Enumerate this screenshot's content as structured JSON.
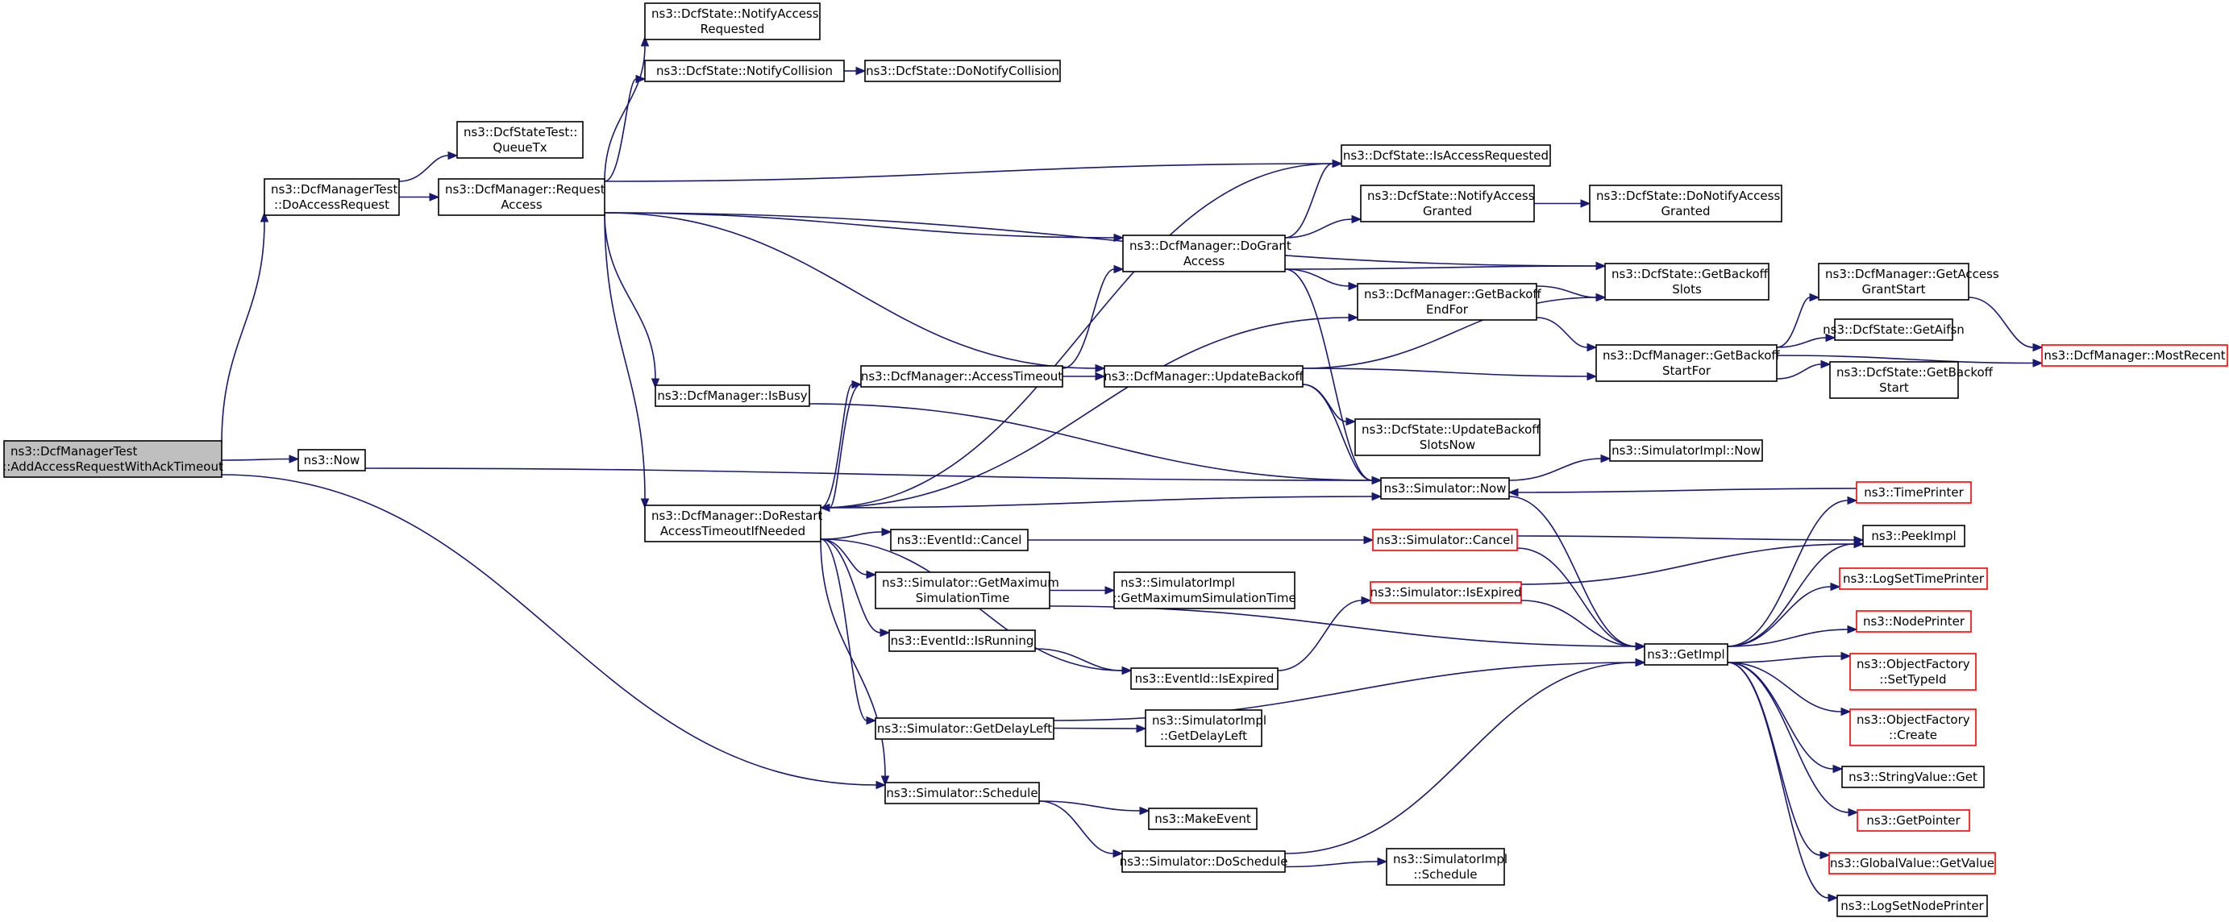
{
  "nodes": [
    {
      "id": "root",
      "lines": [
        "ns3::DcfManagerTest",
        "::AddAccessRequestWithAckTimeout"
      ],
      "style": "root"
    },
    {
      "id": "doAccessRequest",
      "lines": [
        "ns3::DcfManagerTest",
        "::DoAccessRequest"
      ],
      "style": "normal"
    },
    {
      "id": "now",
      "lines": [
        "ns3::Now"
      ],
      "style": "normal"
    },
    {
      "id": "schedule",
      "lines": [
        "ns3::Simulator::Schedule"
      ],
      "style": "normal"
    },
    {
      "id": "queueTx",
      "lines": [
        "ns3::DcfStateTest::",
        "QueueTx"
      ],
      "style": "normal"
    },
    {
      "id": "requestAccess",
      "lines": [
        "ns3::DcfManager::Request",
        "Access"
      ],
      "style": "normal"
    },
    {
      "id": "notifyAccessRequested",
      "lines": [
        "ns3::DcfState::NotifyAccess",
        "Requested"
      ],
      "style": "normal"
    },
    {
      "id": "notifyCollision",
      "lines": [
        "ns3::DcfState::NotifyCollision"
      ],
      "style": "normal"
    },
    {
      "id": "doNotifyCollision",
      "lines": [
        "ns3::DcfState::DoNotifyCollision"
      ],
      "style": "normal"
    },
    {
      "id": "isAccessRequested",
      "lines": [
        "ns3::DcfState::IsAccessRequested"
      ],
      "style": "normal"
    },
    {
      "id": "doGrantAccess",
      "lines": [
        "ns3::DcfManager::DoGrant",
        "Access"
      ],
      "style": "normal"
    },
    {
      "id": "notifyAccessGranted",
      "lines": [
        "ns3::DcfState::NotifyAccess",
        "Granted"
      ],
      "style": "normal"
    },
    {
      "id": "doNotifyAccessGranted",
      "lines": [
        "ns3::DcfState::DoNotifyAccess",
        "Granted"
      ],
      "style": "normal"
    },
    {
      "id": "getBackoffSlots",
      "lines": [
        "ns3::DcfState::GetBackoff",
        "Slots"
      ],
      "style": "normal"
    },
    {
      "id": "getBackoffEndFor",
      "lines": [
        "ns3::DcfManager::GetBackoff",
        "EndFor"
      ],
      "style": "normal"
    },
    {
      "id": "getAccessGrantStart",
      "lines": [
        "ns3::DcfManager::GetAccess",
        "GrantStart"
      ],
      "style": "normal"
    },
    {
      "id": "mostRecent",
      "lines": [
        "ns3::DcfManager::MostRecent"
      ],
      "style": "red"
    },
    {
      "id": "getBackoffStartFor",
      "lines": [
        "ns3::DcfManager::GetBackoff",
        "StartFor"
      ],
      "style": "normal"
    },
    {
      "id": "getAifsn",
      "lines": [
        "ns3::DcfState::GetAifsn"
      ],
      "style": "normal"
    },
    {
      "id": "getBackoffStart",
      "lines": [
        "ns3::DcfState::GetBackoff",
        "Start"
      ],
      "style": "normal"
    },
    {
      "id": "isBusy",
      "lines": [
        "ns3::DcfManager::IsBusy"
      ],
      "style": "normal"
    },
    {
      "id": "accessTimeout",
      "lines": [
        "ns3::DcfManager::AccessTimeout"
      ],
      "style": "normal"
    },
    {
      "id": "updateBackoff",
      "lines": [
        "ns3::DcfManager::UpdateBackoff"
      ],
      "style": "normal"
    },
    {
      "id": "updateBackoffSlotsNow",
      "lines": [
        "ns3::DcfState::UpdateBackoff",
        "SlotsNow"
      ],
      "style": "normal"
    },
    {
      "id": "simulatorNow",
      "lines": [
        "ns3::Simulator::Now"
      ],
      "style": "normal"
    },
    {
      "id": "simulatorImplNow",
      "lines": [
        "ns3::SimulatorImpl::Now"
      ],
      "style": "normal"
    },
    {
      "id": "doRestartAccessTimeout",
      "lines": [
        "ns3::DcfManager::DoRestart",
        "AccessTimeoutIfNeeded"
      ],
      "style": "normal"
    },
    {
      "id": "eventIdCancel",
      "lines": [
        "ns3::EventId::Cancel"
      ],
      "style": "normal"
    },
    {
      "id": "simulatorCancel",
      "lines": [
        "ns3::Simulator::Cancel"
      ],
      "style": "red"
    },
    {
      "id": "timePrinter",
      "lines": [
        "ns3::TimePrinter"
      ],
      "style": "red"
    },
    {
      "id": "peekImpl",
      "lines": [
        "ns3::PeekImpl"
      ],
      "style": "normal"
    },
    {
      "id": "getMaximumSimulationTime",
      "lines": [
        "ns3::Simulator::GetMaximum",
        "SimulationTime"
      ],
      "style": "normal"
    },
    {
      "id": "implGetMaximumSimulationTime",
      "lines": [
        "ns3::SimulatorImpl",
        "::GetMaximumSimulationTime"
      ],
      "style": "normal"
    },
    {
      "id": "isExpired",
      "lines": [
        "ns3::Simulator::IsExpired"
      ],
      "style": "red"
    },
    {
      "id": "logSetTimePrinter",
      "lines": [
        "ns3::LogSetTimePrinter"
      ],
      "style": "red"
    },
    {
      "id": "nodePrinter",
      "lines": [
        "ns3::NodePrinter"
      ],
      "style": "red"
    },
    {
      "id": "eventIdIsRunning",
      "lines": [
        "ns3::EventId::IsRunning"
      ],
      "style": "normal"
    },
    {
      "id": "eventIdIsExpired",
      "lines": [
        "ns3::EventId::IsExpired"
      ],
      "style": "normal"
    },
    {
      "id": "getImpl",
      "lines": [
        "ns3::GetImpl"
      ],
      "style": "normal"
    },
    {
      "id": "objectFactorySetTypeId",
      "lines": [
        "ns3::ObjectFactory",
        "::SetTypeId"
      ],
      "style": "red"
    },
    {
      "id": "objectFactoryCreate",
      "lines": [
        "ns3::ObjectFactory",
        "::Create"
      ],
      "style": "red"
    },
    {
      "id": "getDelayLeft",
      "lines": [
        "ns3::Simulator::GetDelayLeft"
      ],
      "style": "normal"
    },
    {
      "id": "implGetDelayLeft",
      "lines": [
        "ns3::SimulatorImpl",
        "::GetDelayLeft"
      ],
      "style": "normal"
    },
    {
      "id": "stringValueGet",
      "lines": [
        "ns3::StringValue::Get"
      ],
      "style": "normal"
    },
    {
      "id": "makeEvent",
      "lines": [
        "ns3::MakeEvent"
      ],
      "style": "normal"
    },
    {
      "id": "getPointer",
      "lines": [
        "ns3::GetPointer"
      ],
      "style": "red"
    },
    {
      "id": "doSchedule",
      "lines": [
        "ns3::Simulator::DoSchedule"
      ],
      "style": "normal"
    },
    {
      "id": "implSchedule",
      "lines": [
        "ns3::SimulatorImpl",
        "::Schedule"
      ],
      "style": "normal"
    },
    {
      "id": "globalValueGetValue",
      "lines": [
        "ns3::GlobalValue::GetValue"
      ],
      "style": "red"
    },
    {
      "id": "logSetNodePrinter",
      "lines": [
        "ns3::LogSetNodePrinter"
      ],
      "style": "normal"
    }
  ],
  "edges": [
    [
      "root",
      "doAccessRequest"
    ],
    [
      "root",
      "now"
    ],
    [
      "root",
      "schedule"
    ],
    [
      "doAccessRequest",
      "queueTx"
    ],
    [
      "doAccessRequest",
      "requestAccess"
    ],
    [
      "requestAccess",
      "notifyAccessRequested"
    ],
    [
      "requestAccess",
      "notifyCollision"
    ],
    [
      "requestAccess",
      "getBackoffSlots"
    ],
    [
      "requestAccess",
      "isAccessRequested"
    ],
    [
      "requestAccess",
      "doGrantAccess"
    ],
    [
      "requestAccess",
      "updateBackoff"
    ],
    [
      "requestAccess",
      "isBusy"
    ],
    [
      "requestAccess",
      "doRestartAccessTimeout"
    ],
    [
      "notifyCollision",
      "doNotifyCollision"
    ],
    [
      "doGrantAccess",
      "isAccessRequested"
    ],
    [
      "doGrantAccess",
      "notifyAccessGranted"
    ],
    [
      "doGrantAccess",
      "getBackoffSlots"
    ],
    [
      "doGrantAccess",
      "getBackoffEndFor"
    ],
    [
      "doGrantAccess",
      "simulatorNow"
    ],
    [
      "notifyAccessGranted",
      "doNotifyAccessGranted"
    ],
    [
      "getBackoffEndFor",
      "getBackoffSlots"
    ],
    [
      "getBackoffEndFor",
      "getBackoffStartFor"
    ],
    [
      "getBackoffStartFor",
      "getAccessGrantStart"
    ],
    [
      "getBackoffStartFor",
      "getAifsn"
    ],
    [
      "getBackoffStartFor",
      "getBackoffStart"
    ],
    [
      "getBackoffStartFor",
      "mostRecent"
    ],
    [
      "getAccessGrantStart",
      "mostRecent"
    ],
    [
      "isBusy",
      "simulatorNow"
    ],
    [
      "accessTimeout",
      "doGrantAccess"
    ],
    [
      "accessTimeout",
      "updateBackoff"
    ],
    [
      "accessTimeout",
      "doRestartAccessTimeout"
    ],
    [
      "updateBackoff",
      "getBackoffSlots"
    ],
    [
      "updateBackoff",
      "getBackoffStartFor"
    ],
    [
      "updateBackoff",
      "updateBackoffSlotsNow"
    ],
    [
      "updateBackoff",
      "simulatorNow"
    ],
    [
      "now",
      "simulatorNow"
    ],
    [
      "simulatorNow",
      "simulatorImplNow"
    ],
    [
      "simulatorNow",
      "getImpl"
    ],
    [
      "timePrinter",
      "simulatorNow"
    ],
    [
      "doRestartAccessTimeout",
      "isAccessRequested"
    ],
    [
      "doRestartAccessTimeout",
      "getBackoffEndFor"
    ],
    [
      "doRestartAccessTimeout",
      "accessTimeout"
    ],
    [
      "doRestartAccessTimeout",
      "simulatorNow"
    ],
    [
      "doRestartAccessTimeout",
      "eventIdCancel"
    ],
    [
      "doRestartAccessTimeout",
      "getMaximumSimulationTime"
    ],
    [
      "doRestartAccessTimeout",
      "eventIdIsRunning"
    ],
    [
      "doRestartAccessTimeout",
      "eventIdIsExpired"
    ],
    [
      "doRestartAccessTimeout",
      "getDelayLeft"
    ],
    [
      "doRestartAccessTimeout",
      "schedule"
    ],
    [
      "eventIdCancel",
      "simulatorCancel"
    ],
    [
      "simulatorCancel",
      "peekImpl"
    ],
    [
      "simulatorCancel",
      "getImpl"
    ],
    [
      "getMaximumSimulationTime",
      "implGetMaximumSimulationTime"
    ],
    [
      "getMaximumSimulationTime",
      "getImpl"
    ],
    [
      "eventIdIsRunning",
      "eventIdIsExpired"
    ],
    [
      "eventIdIsExpired",
      "isExpired"
    ],
    [
      "isExpired",
      "peekImpl"
    ],
    [
      "isExpired",
      "getImpl"
    ],
    [
      "getDelayLeft",
      "implGetDelayLeft"
    ],
    [
      "getDelayLeft",
      "getImpl"
    ],
    [
      "schedule",
      "makeEvent"
    ],
    [
      "schedule",
      "doSchedule"
    ],
    [
      "doSchedule",
      "implSchedule"
    ],
    [
      "doSchedule",
      "getImpl"
    ],
    [
      "getImpl",
      "timePrinter"
    ],
    [
      "getImpl",
      "peekImpl"
    ],
    [
      "getImpl",
      "logSetTimePrinter"
    ],
    [
      "getImpl",
      "nodePrinter"
    ],
    [
      "getImpl",
      "objectFactorySetTypeId"
    ],
    [
      "getImpl",
      "objectFactoryCreate"
    ],
    [
      "getImpl",
      "stringValueGet"
    ],
    [
      "getImpl",
      "getPointer"
    ],
    [
      "getImpl",
      "globalValueGetValue"
    ],
    [
      "getImpl",
      "logSetNodePrinter"
    ]
  ]
}
